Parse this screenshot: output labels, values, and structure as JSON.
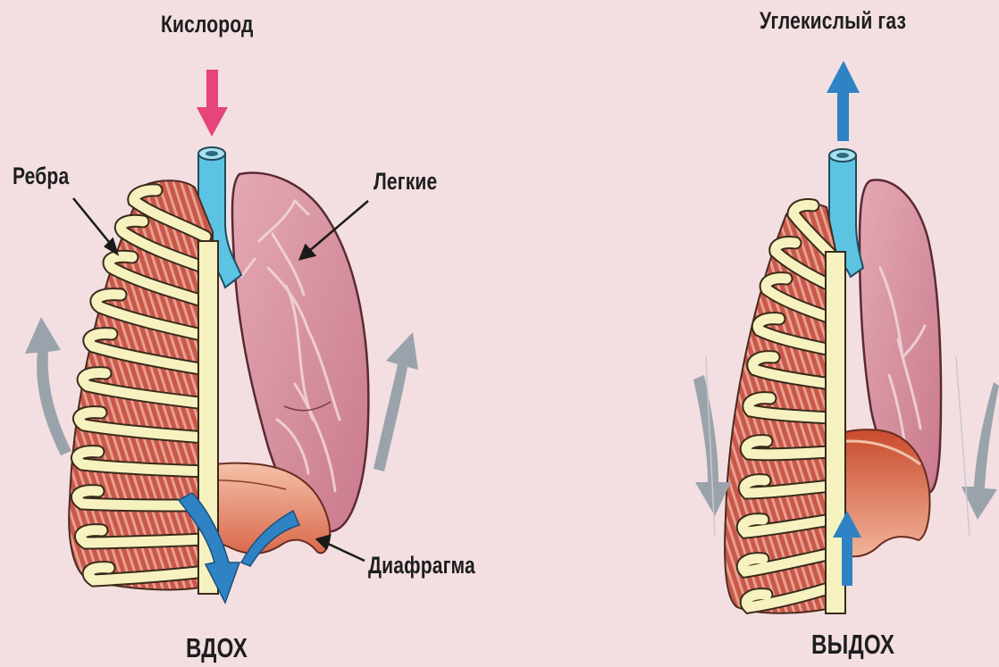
{
  "labels": {
    "oxygen": "Кислород",
    "co2": "Углекислый газ",
    "ribs": "Ребра",
    "lungs": "Легкие",
    "diaphragm": "Диафрагма",
    "inhale": "ВДОХ",
    "exhale": "ВЫДОХ"
  },
  "colors": {
    "background": "#f3dfe1",
    "oxygen_arrow": "#e5457a",
    "co2_arrow": "#2f83c4",
    "trachea": "#5cc3e3",
    "lung": "#d9909f",
    "rib": "#f6f2c0",
    "muscle": "#b84a3f",
    "diaphragm": "#e07a5d",
    "motion_arrow": "#9aa3ab"
  },
  "panels": [
    {
      "phase": "inhale",
      "gas": "oxygen",
      "gas_arrow": "down",
      "ribs_motion": "up",
      "diaphragm_motion": "down"
    },
    {
      "phase": "exhale",
      "gas": "co2",
      "gas_arrow": "up",
      "ribs_motion": "down",
      "diaphragm_motion": "up"
    }
  ]
}
